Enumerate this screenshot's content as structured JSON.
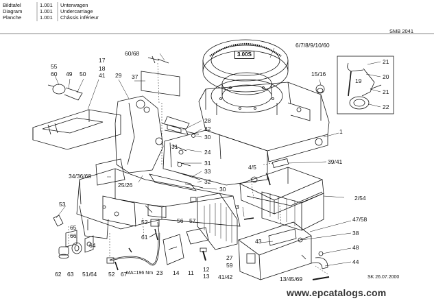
{
  "header": {
    "rows": [
      {
        "kind": "Bildtafel",
        "number": "1.001",
        "title": "Unterwagen"
      },
      {
        "kind": "Diagram",
        "number": "1.001",
        "title": "Undercarriage"
      },
      {
        "kind": "Planche",
        "number": "1.001",
        "title": "Châssis inférieur"
      }
    ],
    "code": "SMB 2041"
  },
  "part_labels": {
    "p6068": "60/68",
    "p6789": "6/7/8/9/10/60",
    "p17": "17",
    "p18": "18",
    "p41a": "41",
    "p55": "55",
    "p60": "60",
    "p49": "49",
    "p50": "50",
    "p29": "29",
    "p37": "37",
    "p1516": "15/16",
    "p21a": "21",
    "p20": "20",
    "p19": "19",
    "p21b": "21",
    "p22": "22",
    "p1": "1",
    "p28": "28",
    "p32a": "32",
    "p30a": "30",
    "p31a": "31",
    "p24": "24",
    "p31b": "31",
    "p33": "33",
    "p32b": "32",
    "p30b": "30",
    "p3941": "39/41",
    "p45": "4/5",
    "p343668": "34/36/68",
    "p2526": "25/26",
    "p254": "2/54",
    "p53": "53",
    "p3": "3",
    "p65": "65",
    "p52a": "52",
    "p56": "56",
    "p57": "57",
    "p4758": "47/58",
    "p66": "66",
    "p61": "61",
    "p38": "38",
    "p43": "43",
    "p48": "48",
    "p27": "27",
    "p59": "59",
    "p44": "44",
    "p64": "64",
    "p62": "62",
    "p63": "63",
    "p5164": "51/64",
    "p52b": "52",
    "p67": "67",
    "p23": "23",
    "p14": "14",
    "p11": "11",
    "p12": "12",
    "p13": "13",
    "p4142": "41/42",
    "p134569": "13/45/69"
  },
  "annotations": {
    "ring_tag": "3.00S",
    "torque": "MA=196 Nm"
  },
  "footer": {
    "stamp": "SK  26.07.2000",
    "watermark": "www.epcatalogs.com"
  }
}
